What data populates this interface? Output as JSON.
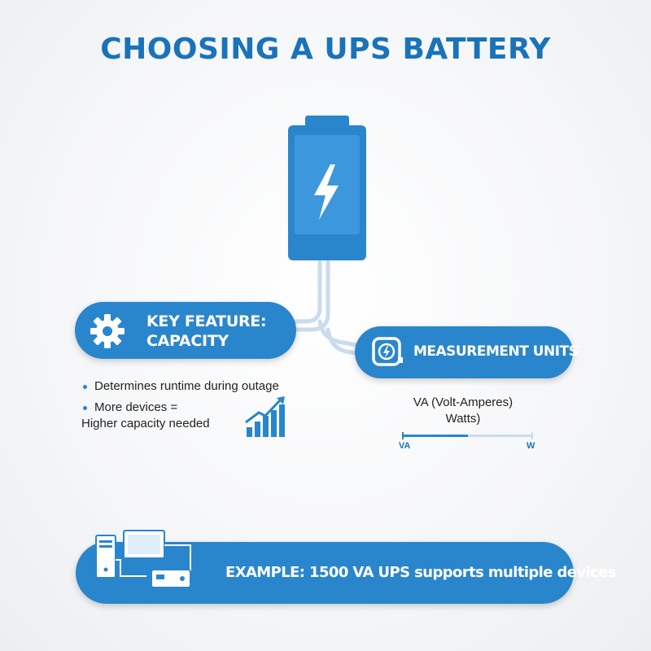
{
  "title": "CHOOSING A UPS BATTERY",
  "colors": {
    "accent": "#2a86cc",
    "title": "#1a73b9",
    "connector": "#c9dcee"
  },
  "feature": {
    "label_line1": "KEY FEATURE:",
    "label_line2": "CAPACITY",
    "icon": "gear-icon",
    "bullets": [
      {
        "text": "Determines runtime during outage"
      },
      {
        "text": "More devices =",
        "text2": "Higher capacity needed"
      }
    ]
  },
  "units": {
    "label": "MEASUREMENT UNITS",
    "icon": "measuring-tape-icon",
    "line1": "VA (Volt-Amperes)",
    "line2": "Watts)",
    "scale_left": "VA",
    "scale_right": "W"
  },
  "example": {
    "label": "EXAMPLE: 1500 VA UPS supports multiple devices"
  }
}
